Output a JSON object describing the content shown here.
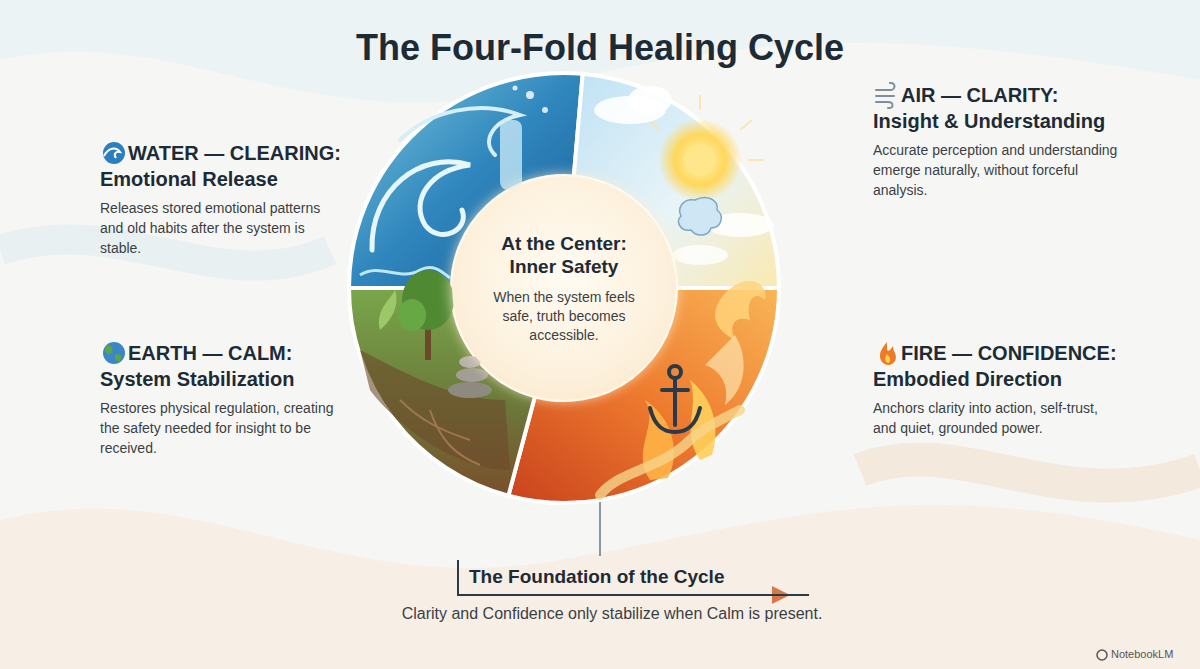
{
  "diagram": {
    "title": "The Four-Fold Healing Cycle",
    "nodes": [
      {
        "text": [
          "At the Center: Inner Safety",
          "When the system feels safe, truth becomes accessible."
        ]
      },
      {
        "text": [
          "The Foundation of the Cycle",
          "Clarity and Confidence only stabilize when Calm is present."
        ]
      }
    ],
    "labels": [
      "WATER — CLEARING:",
      "Emotional Release",
      "Releases stored emotional patterns and old habits after the system is stable.",
      "AIR — CLARITY:",
      "Insight & Understanding",
      "Accurate perception and understanding emerge naturally, without forceful analysis.",
      "EARTH — CALM:",
      "System Stabilization",
      "Restores physical regulation, creating the safety needed for insight to be received.",
      "FIRE — CONFIDENCE:",
      "Embodied Direction",
      "Anchors clarity into action, self-trust, and quiet, grounded power.",
      "NotebookLM"
    ]
  }
}
